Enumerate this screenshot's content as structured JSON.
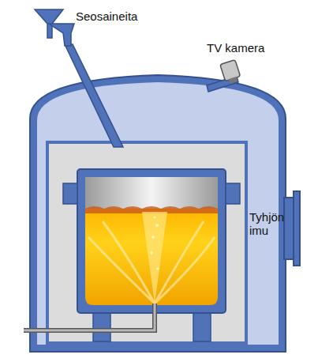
{
  "diagram": {
    "labels": [
      "Seosaineita",
      "TV kamera",
      "Tyhjön imu"
    ]
  }
}
